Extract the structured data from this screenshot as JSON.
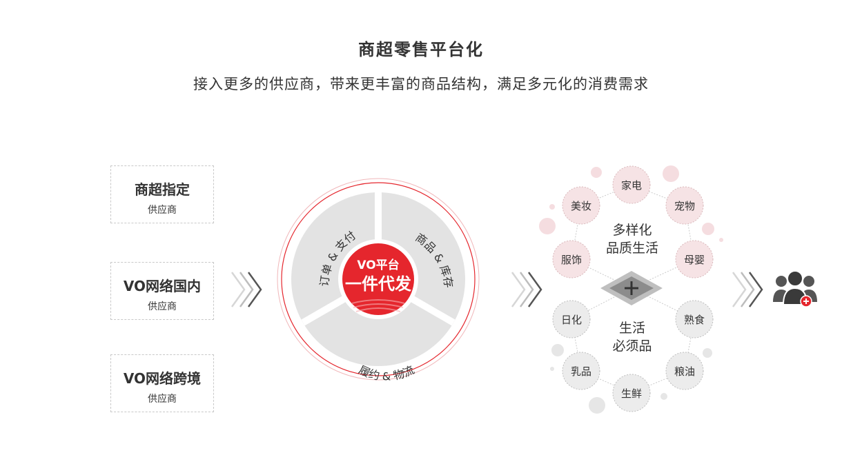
{
  "header": {
    "title": "商超零售平台化",
    "subtitle": "接入更多的供应商，带来更丰富的商品结构，满足多元化的消费需求"
  },
  "suppliers": [
    {
      "name": "商超指定",
      "sub": "供应商"
    },
    {
      "name": "VO网络国内",
      "sub": "供应商"
    },
    {
      "name": "VO网络跨境",
      "sub": "供应商"
    }
  ],
  "platform": {
    "core_top": "VO平台",
    "core_main": "一件代发",
    "segments": [
      "订单 & 支付",
      "商品 & 库存",
      "履约 & 物流"
    ]
  },
  "categories": {
    "top_label_line1": "多样化",
    "top_label_line2": "品质生活",
    "bottom_label_line1": "生活",
    "bottom_label_line2": "必须品",
    "top_items": [
      "家电",
      "美妆",
      "宠物",
      "服饰",
      "母婴"
    ],
    "bottom_items": [
      "日化",
      "熟食",
      "乳品",
      "粮油",
      "生鲜"
    ]
  },
  "icons": {
    "arrow": "triple-chevron-right-icon",
    "plus": "plus-icon",
    "consumers": "user-group-icon"
  },
  "colors": {
    "accent": "#e5262d",
    "pink": "#f5dde0",
    "gray": "#e6e6e6"
  }
}
